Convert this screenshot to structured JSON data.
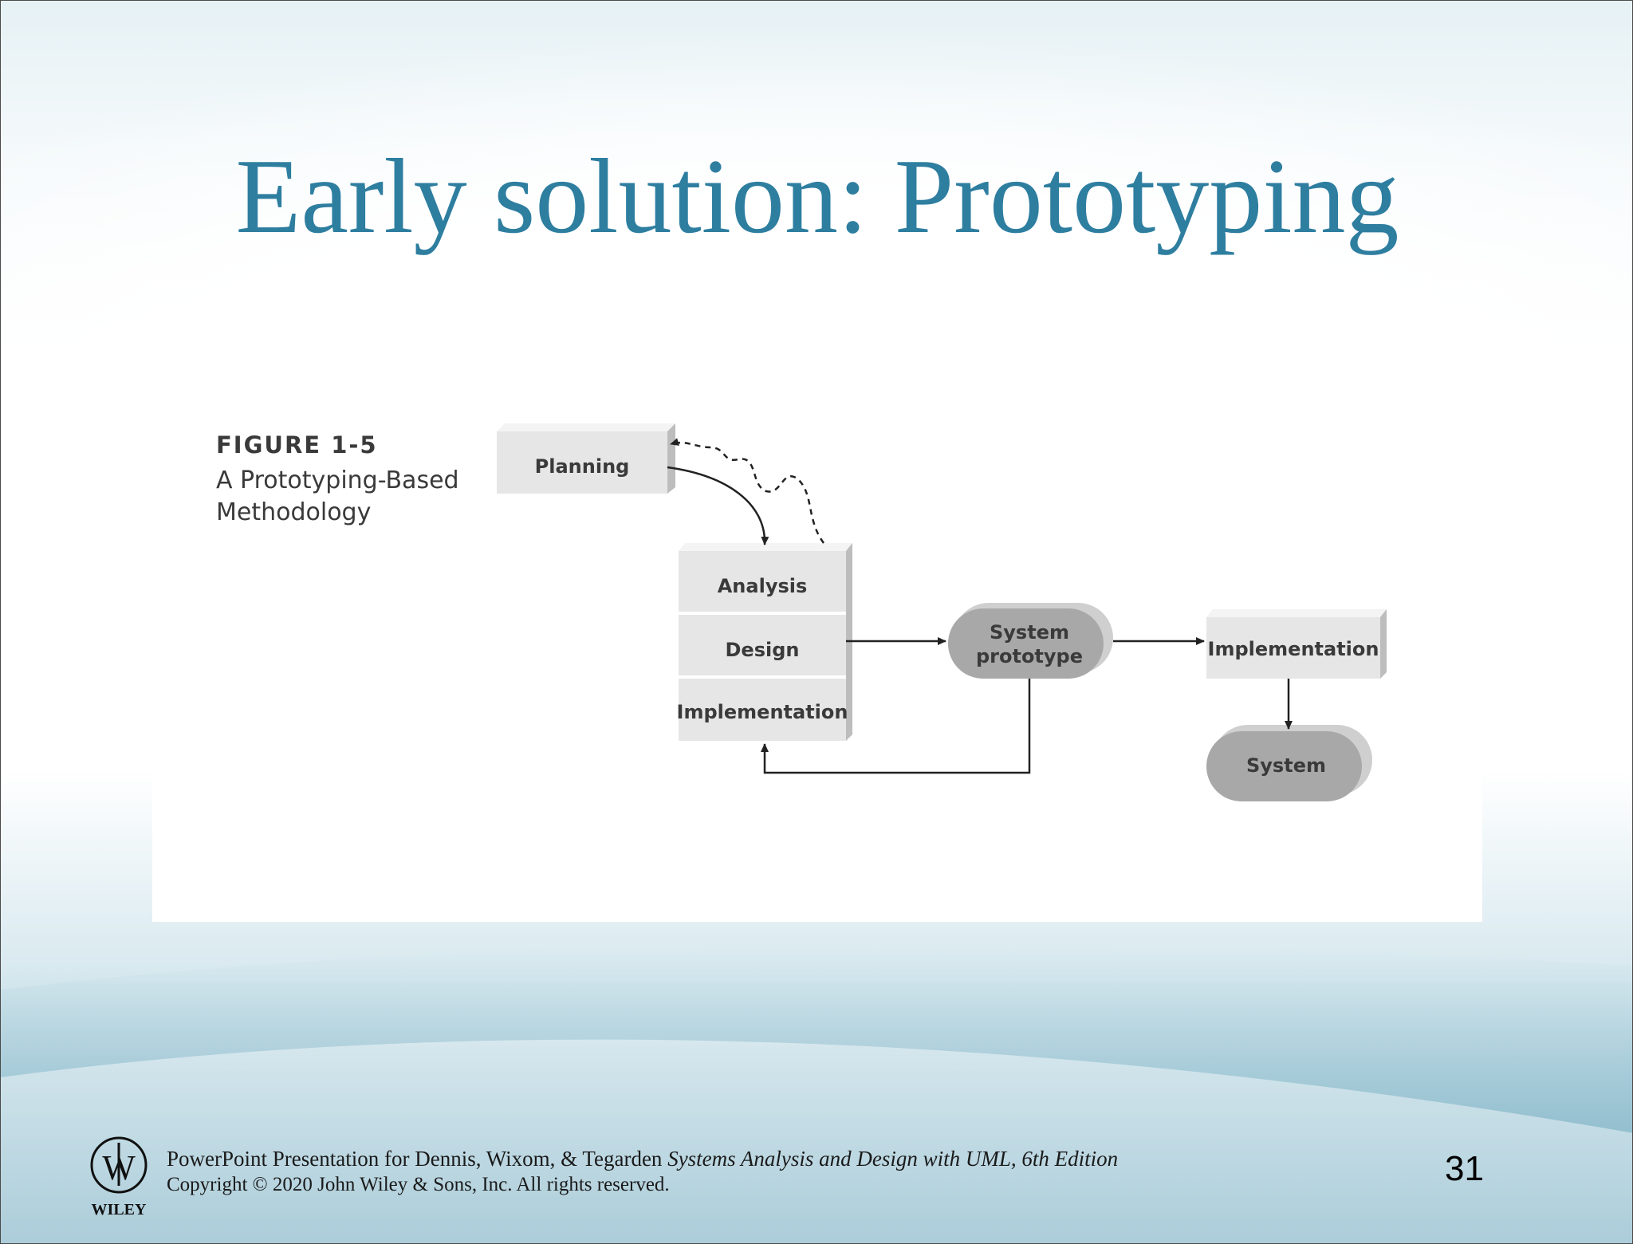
{
  "slide": {
    "title": "Early solution: Prototyping",
    "page_number": "31"
  },
  "figure": {
    "number": "FIGURE 1-5",
    "caption": "A Prototyping-Based Methodology",
    "nodes": {
      "planning": "Planning",
      "analysis": "Analysis",
      "design": "Design",
      "implementation_stack": "Implementation",
      "system_prototype_line1": "System",
      "system_prototype_line2": "prototype",
      "implementation": "Implementation",
      "system": "System"
    }
  },
  "footer": {
    "line1_prefix": "PowerPoint Presentation for Dennis, Wixom, & Tegarden ",
    "line1_book": "Systems Analysis and Design with UML, 6th Edition",
    "line2": "Copyright © 2020 John Wiley & Sons, Inc.  All rights reserved.",
    "logo_text": "WILEY"
  },
  "colors": {
    "title": "#2e7ea0",
    "box_fill": "#e8e8e8",
    "pill_fill": "#a7a7a7"
  }
}
